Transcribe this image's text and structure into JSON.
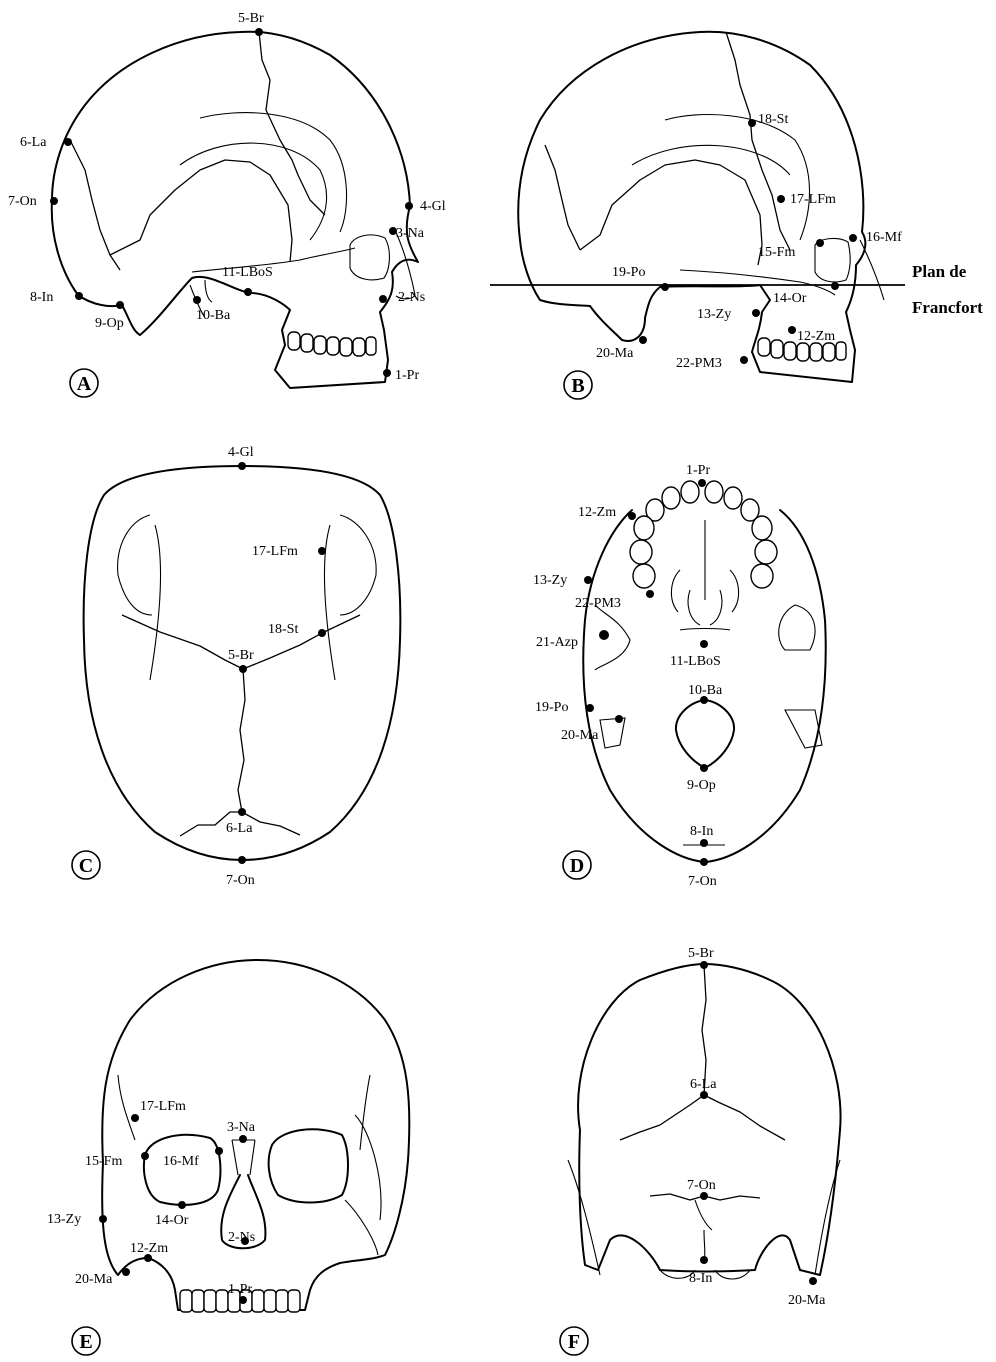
{
  "panels": [
    {
      "letter": "A",
      "landmarks": [
        {
          "label": "5-Br"
        },
        {
          "label": "6-La"
        },
        {
          "label": "7-On"
        },
        {
          "label": "4-Gl"
        },
        {
          "label": "3-Na"
        },
        {
          "label": "11-LBoS"
        },
        {
          "label": "8-In"
        },
        {
          "label": "9-Op"
        },
        {
          "label": "10-Ba"
        },
        {
          "label": "2-Ns"
        },
        {
          "label": "1-Pr"
        }
      ]
    },
    {
      "letter": "B",
      "landmarks": [
        {
          "label": "18-St"
        },
        {
          "label": "17-LFm"
        },
        {
          "label": "16-Mf"
        },
        {
          "label": "15-Fm"
        },
        {
          "label": "19-Po"
        },
        {
          "label": "14-Or"
        },
        {
          "label": "13-Zy"
        },
        {
          "label": "12-Zm"
        },
        {
          "label": "20-Ma"
        },
        {
          "label": "22-PM3"
        }
      ],
      "frankfort_label_1": "Plan de",
      "frankfort_label_2": "Francfort"
    },
    {
      "letter": "C",
      "landmarks": [
        {
          "label": "4-Gl"
        },
        {
          "label": "17-LFm"
        },
        {
          "label": "18-St"
        },
        {
          "label": "5-Br"
        },
        {
          "label": "6-La"
        },
        {
          "label": "7-On"
        }
      ]
    },
    {
      "letter": "D",
      "landmarks": [
        {
          "label": "1-Pr"
        },
        {
          "label": "12-Zm"
        },
        {
          "label": "13-Zy"
        },
        {
          "label": "22-PM3"
        },
        {
          "label": "21-Azp"
        },
        {
          "label": "11-LBoS"
        },
        {
          "label": "10-Ba"
        },
        {
          "label": "19-Po"
        },
        {
          "label": "20-Ma"
        },
        {
          "label": "9-Op"
        },
        {
          "label": "8-In"
        },
        {
          "label": "7-On"
        }
      ]
    },
    {
      "letter": "E",
      "landmarks": [
        {
          "label": "17-LFm"
        },
        {
          "label": "3-Na"
        },
        {
          "label": "15-Fm"
        },
        {
          "label": "16-Mf"
        },
        {
          "label": "14-Or"
        },
        {
          "label": "13-Zy"
        },
        {
          "label": "2-Ns"
        },
        {
          "label": "12-Zm"
        },
        {
          "label": "20-Ma"
        },
        {
          "label": "1-Pr"
        }
      ]
    },
    {
      "letter": "F",
      "landmarks": [
        {
          "label": "5-Br"
        },
        {
          "label": "6-La"
        },
        {
          "label": "7-On"
        },
        {
          "label": "8-In"
        },
        {
          "label": "20-Ma"
        }
      ]
    }
  ]
}
